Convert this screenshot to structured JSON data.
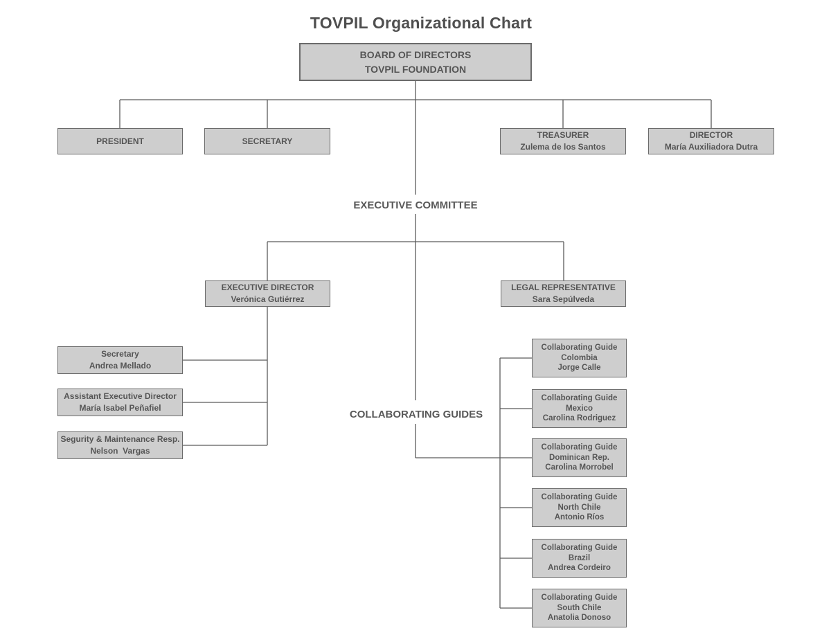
{
  "title": "TOVPIL Organizational Chart",
  "labels": {
    "executive_committee": "EXECUTIVE COMMITTEE",
    "collaborating_guides": "COLLABORATING GUIDES"
  },
  "colors": {
    "box_fill": "#cecece",
    "box_border": "#6b6b6b",
    "text": "#555555",
    "connector_line": "#5a5a5a",
    "title_text": "#4f4f4f"
  },
  "nodes": {
    "board": {
      "line1": "BOARD OF DIRECTORS",
      "line2": "TOVPIL FOUNDATION"
    },
    "president": {
      "title": "PRESIDENT"
    },
    "secretary": {
      "title": "SECRETARY"
    },
    "treasurer": {
      "title": "TREASURER",
      "name": "Zulema de los Santos"
    },
    "director": {
      "title": "DIRECTOR",
      "name": "María Auxiliadora Dutra"
    },
    "executive_director": {
      "title": "EXECUTIVE DIRECTOR",
      "name": "Verónica Gutiérrez"
    },
    "legal_representative": {
      "title": "LEGAL REPRESENTATIVE",
      "name": "Sara Sepúlveda"
    },
    "staff": [
      {
        "title": "Secretary",
        "name": "Andrea Mellado"
      },
      {
        "title": "Assistant Executive Director",
        "name": "María Isabel Peñafiel"
      },
      {
        "title": "Segurity & Maintenance Resp.",
        "name": "Nelson  Vargas"
      }
    ],
    "guides": [
      {
        "title": "Collaborating Guide",
        "region": "Colombia",
        "name": "Jorge Calle"
      },
      {
        "title": "Collaborating Guide",
        "region": "Mexico",
        "name": "Carolina Rodriguez"
      },
      {
        "title": "Collaborating Guide",
        "region": "Dominican Rep.",
        "name": "Carolina Morrobel"
      },
      {
        "title": "Collaborating Guide",
        "region": "North Chile",
        "name": "Antonio Ríos"
      },
      {
        "title": "Collaborating Guide",
        "region": "Brazil",
        "name": "Andrea Cordeiro"
      },
      {
        "title": "Collaborating Guide",
        "region": "South Chile",
        "name": "Anatolia Donoso"
      }
    ]
  }
}
